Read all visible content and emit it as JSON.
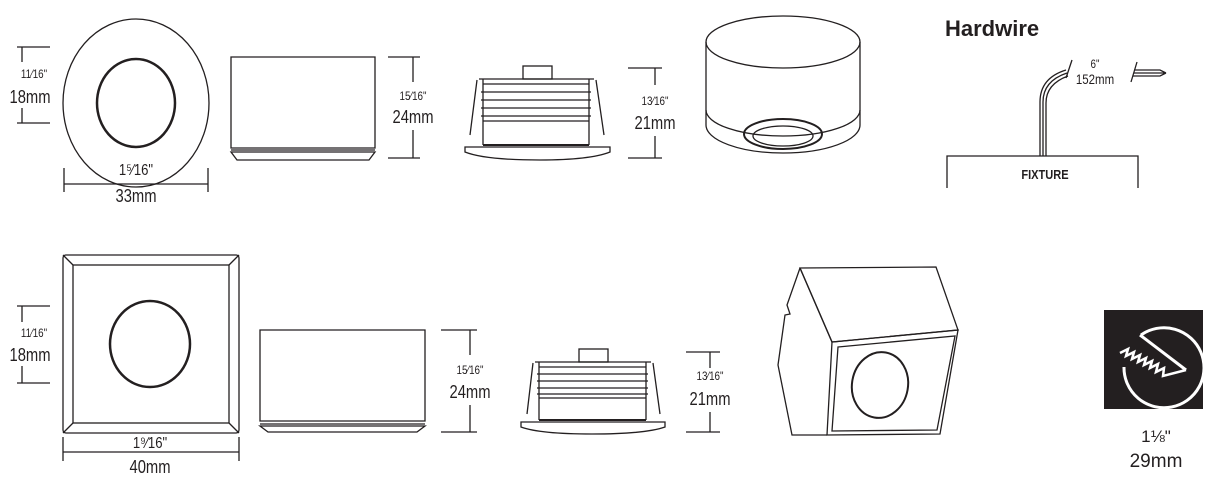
{
  "round": {
    "height_in": "11⁄16\"",
    "height_mm": "18mm",
    "width_in": "1⁵⁄16\"",
    "width_mm": "33mm",
    "side_in": "15⁄16\"",
    "side_mm": "24mm",
    "mount_in": "13⁄16\"",
    "mount_mm": "21mm"
  },
  "square": {
    "height_in": "11⁄16\"",
    "height_mm": "18mm",
    "width_in": "1⁹⁄16\"",
    "width_mm": "40mm",
    "side_in": "15⁄16\"",
    "side_mm": "24mm",
    "mount_in": "13⁄16\"",
    "mount_mm": "21mm"
  },
  "hardwire": {
    "title": "Hardwire",
    "lead_in": "6\"",
    "lead_mm": "152mm",
    "fixture_label": "FIXTURE"
  },
  "cutout": {
    "icon": "hole-saw-icon",
    "size_in": "1⅛\"",
    "size_mm": "29mm"
  }
}
